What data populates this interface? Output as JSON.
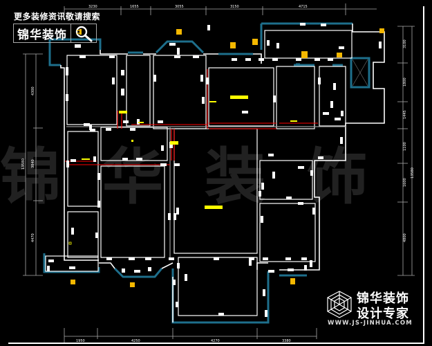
{
  "header": {
    "promo_text": "更多装修资讯敬请搜索",
    "logo_text": "锦华装饰",
    "search_icon": "magnifier-icon"
  },
  "watermark": {
    "text": "锦华装饰"
  },
  "brand": {
    "line1": "锦华装饰",
    "line2": "设计专家",
    "url": "WWW.JS-JINHUA.COM",
    "logo_icon": "hex-cube-icon"
  },
  "dimensions": {
    "top": [
      "3230",
      "1655",
      "3055",
      "3150",
      "4715"
    ],
    "bottom": [
      "1950",
      "4250",
      "4270",
      "3380"
    ],
    "left_total": "13580",
    "left_segments": [
      "4300",
      "3840",
      "4470"
    ],
    "right_total": "13580",
    "right_segments": [
      "3100",
      "1800",
      "1445",
      "1100",
      "1600",
      "4800"
    ]
  },
  "colors": {
    "background": "#000000",
    "wall": "#ffffff",
    "inner_wall": "#9a9a9a",
    "window": "#1e6f8c",
    "highlight": "#ffff00",
    "fixture": "#f5b800",
    "red_line": "#ff0000"
  }
}
